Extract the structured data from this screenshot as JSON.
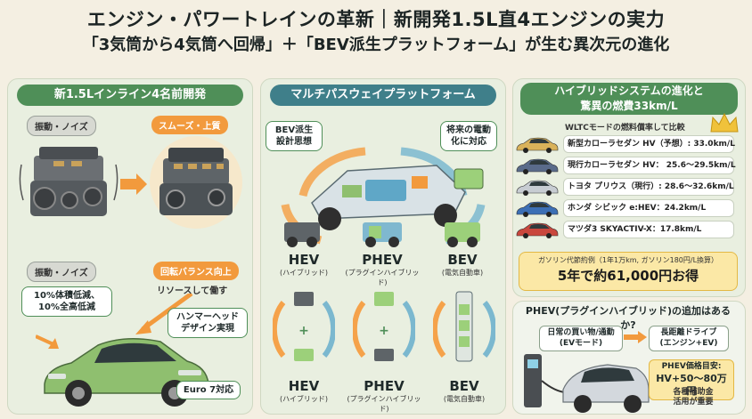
{
  "header": {
    "title": "エンジン・パワートレインの革新｜新開発1.5L直4エンジンの実力",
    "subtitle": "「3気筒から4気筒へ回帰」＋「BEV派生プラットフォーム」が生む異次元の進化"
  },
  "engine_panel": {
    "heading": "新1.5Lインライン4名前開発",
    "tag_vibration_top": "振動・ノイズ",
    "tag_smooth": "スムーズ・上質",
    "tag_vibration_bottom": "振動・ノイズ",
    "tag_balance": "回転バランス向上",
    "resource_note": "リソースして働す",
    "size_note_line1": "10%体積低減、",
    "size_note_line2": "10%全高低減",
    "design_note_line1": "ハンマーヘッド",
    "design_note_line2": "デザイン実現",
    "euro_note": "Euro 7対応"
  },
  "platform_panel": {
    "heading": "マルチパスウェイプラットフォーム",
    "bev_origin_line1": "BEV派生",
    "bev_origin_line2": "設計思想",
    "future_line1": "将来の電動",
    "future_line2": "化に対応",
    "top_row": [
      {
        "name": "HEV",
        "desc": "(ハイブリッド)"
      },
      {
        "name": "PHEV",
        "desc": "(プラグインハイブリッド)"
      },
      {
        "name": "BEV",
        "desc": "(電気自動車)"
      }
    ],
    "bottom_row": [
      {
        "name": "HEV",
        "desc": "(ハイブリッド)"
      },
      {
        "name": "PHEV",
        "desc": "(プラグインハイブリッド)"
      },
      {
        "name": "BEV",
        "desc": "(電気自動車)"
      }
    ]
  },
  "hybrid_panel": {
    "heading_line1": "ハイブリッドシステムの進化と",
    "heading_line2": "驚異の燃費33km/L",
    "compare_caption": "WLTCモードの燃料償率して比較",
    "cars": [
      {
        "label": "新型カローラセダン HV（予想）: 33.0km/L",
        "color": "#d9b25a"
      },
      {
        "label": "現行カローラセダン HV： 25.6〜29.5km/L",
        "color": "#5a6b8a"
      },
      {
        "label": "トヨタ プリウス（現行）: 28.6〜32.6km/L",
        "color": "#c7ccd2"
      },
      {
        "label": "ホンダ シビック e:HEV：24.2km/L",
        "color": "#3c6fb5"
      },
      {
        "label": "マツダ3 SKYACTIV-X：17.8km/L",
        "color": "#c9473d"
      }
    ],
    "savings_caption": "ガソリン代節約例（1年1万km, ガソリン180円/L換算）",
    "savings_value": "5年で約61,000円お得"
  },
  "phev_panel": {
    "heading": "PHEV(プラグインハイブリッド)の追加はあるか?",
    "daily_line1": "日常の買い物/通勤",
    "daily_line2": "(EVモード)",
    "long_line1": "長距離ドライブ",
    "long_line2": "(エンジン+EV)",
    "price_line1": "PHEV価格目安:",
    "price_line2": "HV+50〜80万円",
    "subsidy_line1": "各種補助金",
    "subsidy_line2": "活用が重要"
  },
  "colors": {
    "green_accent": "#4f8f58",
    "teal_accent": "#3f7f8a",
    "orange_accent": "#f29a3d",
    "background": "#f4efe2"
  }
}
